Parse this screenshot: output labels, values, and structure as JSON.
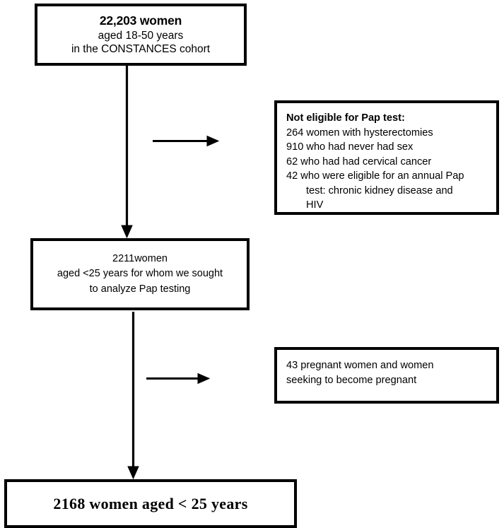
{
  "diagram": {
    "title": "CONSTANCES cohort Pap testing participant flow",
    "stroke_color": "#000000",
    "background_color": "#ffffff"
  },
  "nodes": {
    "top_cohort": {
      "headline": "22,203 women",
      "line_2": "aged 18-50 years",
      "line_3": "in the CONSTANCES cohort"
    },
    "middle_cohort": {
      "line_1": "2211women",
      "line_2": "aged <25 years for whom we sought",
      "line_3": "to analyze Pap testing"
    },
    "exclusion_1": {
      "heading": "Not eligible for Pap test:",
      "item_1": "264 women with hysterectomies",
      "item_2": "910 who had never had sex",
      "item_3": "62 who had had cervical cancer",
      "item_4a": "42 who were eligible for an annual Pap",
      "item_4b": "test: chronic kidney disease and",
      "item_4c": "HIV"
    },
    "exclusion_2": {
      "line_1": "43 pregnant women and women",
      "line_2": "seeking to become pregnant"
    },
    "bottom_result": {
      "headline": "2168 women aged < 25 years"
    }
  },
  "connectors": {
    "vertical_top_to_middle": "down-arrow",
    "horizontal_to_exclusion_1": "right-arrow",
    "vertical_middle_to_bottom": "down-arrow",
    "horizontal_to_exclusion_2": "right-arrow"
  }
}
